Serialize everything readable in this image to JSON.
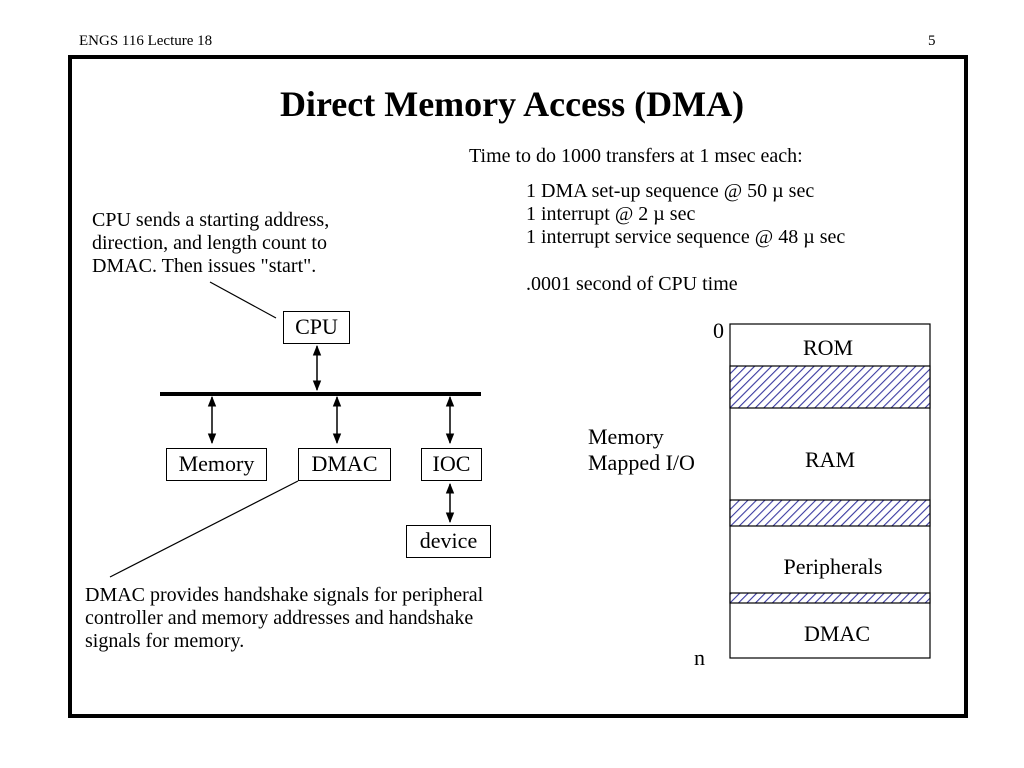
{
  "header": {
    "course": "ENGS 116  Lecture 18",
    "page_number": "5"
  },
  "title": "Direct Memory Access (DMA)",
  "timing": {
    "heading": "Time to do 1000 transfers at 1 msec each:",
    "lines": [
      "1 DMA set-up sequence @ 50 µ sec",
      "1 interrupt @ 2 µ sec",
      "1 interrupt service sequence @ 48 µ sec"
    ],
    "total": ".0001 second of CPU time"
  },
  "cpu_note": [
    "CPU sends a starting address,",
    "direction,  and length count to",
    "DMAC. Then issues \"start\"."
  ],
  "dmac_note": [
    "DMAC provides handshake signals for peripheral",
    "controller and memory addresses and handshake",
    "signals for memory."
  ],
  "diagram": {
    "cpu": "CPU",
    "memory": "Memory",
    "dmac": "DMAC",
    "ioc": "IOC",
    "device": "device"
  },
  "memory_map": {
    "top_address": "0",
    "bottom_address": "n",
    "side_label_line1": "Memory",
    "side_label_line2": "Mapped I/O",
    "regions": [
      "ROM",
      "RAM",
      "Peripherals",
      "DMAC"
    ]
  }
}
